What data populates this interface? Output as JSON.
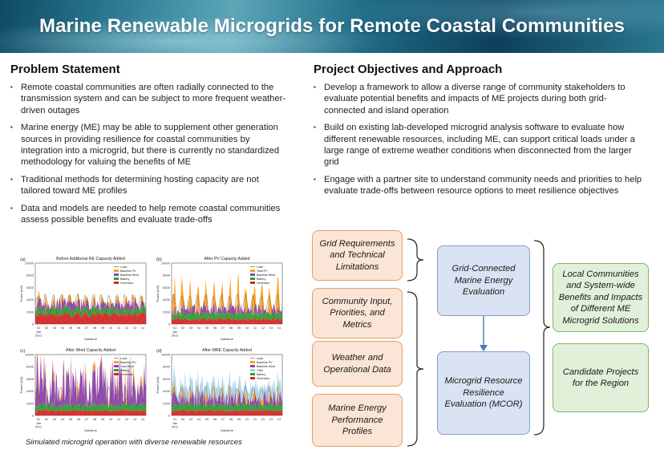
{
  "header": {
    "title": "Marine Renewable Microgrids for Remote Coastal Communities"
  },
  "problem": {
    "heading": "Problem Statement",
    "bullets": [
      "Remote coastal communities are often radially connected to the transmission system and can be subject to more frequent weather-driven outages",
      "Marine energy (ME) may be able to supplement other generation sources in providing resilience for coastal communities by integration into a microgrid, but there is currently no standardized methodology for valuing the benefits of ME",
      "Traditional methods for determining hosting capacity are not tailored toward ME profiles",
      "Data and models are needed to help remote coastal communities assess possible benefits and evaluate trade-offs"
    ]
  },
  "objectives": {
    "heading": "Project Objectives and Approach",
    "bullets": [
      "Develop a framework to allow a diverse range of community stakeholders to evaluate potential benefits and impacts of ME projects during both grid-connected and island operation",
      "Build on existing lab-developed microgrid analysis software to evaluate how different renewable resources, including ME, can support critical loads under a large range of extreme weather conditions when disconnected from the larger grid",
      "Engage with a partner site to understand community needs and priorities to help evaluate trade-offs between resource options to meet resilience objectives"
    ]
  },
  "charts": {
    "caption": "Simulated microgrid operation with diverse renewable resources",
    "ylabel": "Power (kW)",
    "xlabel": "Datetime",
    "yticks": [
      "0",
      "2000",
      "4000",
      "6000",
      "8000",
      "10000"
    ],
    "xticks": [
      "01",
      "02",
      "03",
      "04",
      "05",
      "06",
      "07",
      "08",
      "09",
      "10",
      "11",
      "12",
      "13",
      "14"
    ],
    "xstart": [
      "Jan",
      "2011"
    ],
    "colors": {
      "load": "#555555",
      "pv": "#ff9f1c",
      "wind": "#8e44ad",
      "battery": "#2ca02c",
      "generator": "#d62728",
      "tidal": "#9ecae1"
    }
  },
  "chart_data": [
    {
      "type": "area",
      "panel": "(a)",
      "title": "Before Additional RE Capacity Added",
      "ylim": [
        0,
        10000
      ],
      "legend": [
        "Load",
        "Baseline PV",
        "Baseline Wind",
        "Battery",
        "Generator"
      ]
    },
    {
      "type": "area",
      "panel": "(b)",
      "title": "After PV Capacity Added",
      "ylim": [
        0,
        10000
      ],
      "legend": [
        "Load",
        "Total PV",
        "Baseline Wind",
        "Battery",
        "Generator"
      ]
    },
    {
      "type": "area",
      "panel": "(c)",
      "title": "After Wind Capacity Added",
      "ylim": [
        0,
        10000
      ],
      "legend": [
        "Load",
        "Baseline PV",
        "Total Wind",
        "Battery",
        "Generator"
      ]
    },
    {
      "type": "area",
      "panel": "(d)",
      "title": "After MRE Capacity Added",
      "ylim": [
        0,
        10000
      ],
      "legend": [
        "Load",
        "Baseline PV",
        "Baseline Wind",
        "Tidal",
        "Battery",
        "Generator"
      ]
    }
  ],
  "diagram": {
    "inputs": [
      "Grid Requirements and Technical Limitations",
      "Community Input, Priorities, and Metrics",
      "Weather and Operational Data",
      "Marine Energy Performance Profiles"
    ],
    "process": [
      "Grid-Connected Marine Energy Evaluation",
      "Microgrid Resource Resilience Evaluation (MCOR)"
    ],
    "outputs": [
      "Local Communities and System-wide Benefits and Impacts of Different ME Microgrid Solutions",
      "Candidate Projects for the Region"
    ]
  }
}
